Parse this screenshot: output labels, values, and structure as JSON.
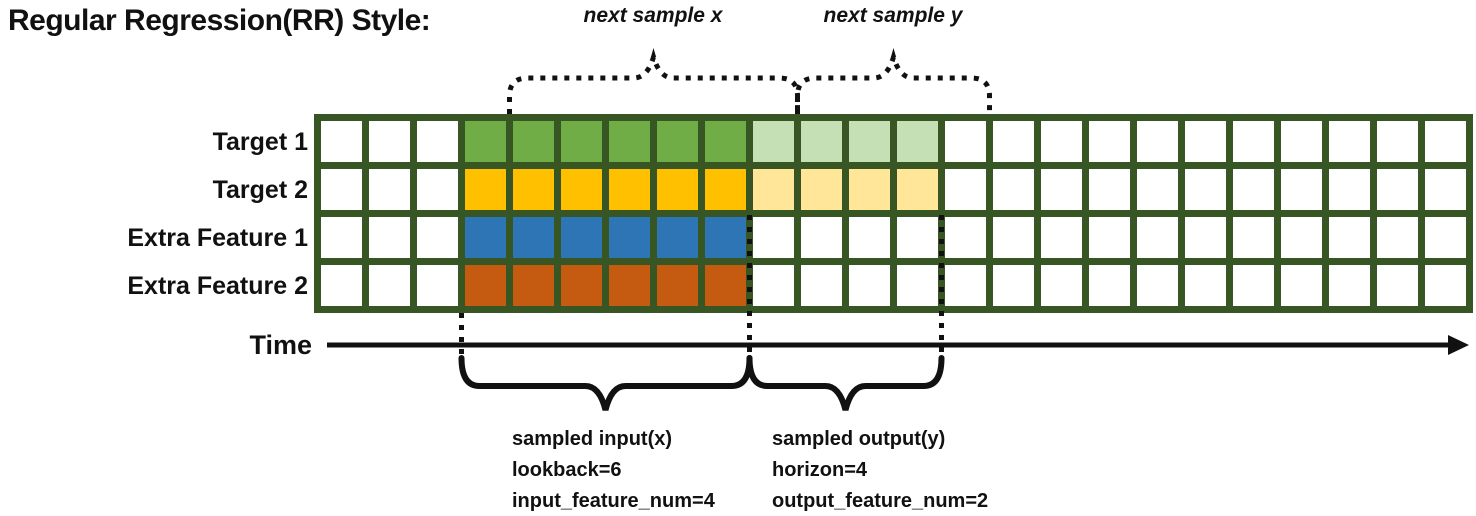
{
  "title": "Regular Regression(RR) Style:",
  "grid": {
    "columns": 24,
    "input_start_col": 4,
    "lookback": 6,
    "horizon": 4,
    "border_color": "#375623",
    "rows": [
      {
        "label": "Target 1",
        "input_color": "#70AD47",
        "output_color": "#C5E0B4"
      },
      {
        "label": "Target 2",
        "input_color": "#FFC000",
        "output_color": "#FFE699"
      },
      {
        "label": "Extra Feature 1",
        "input_color": "#2E75B6",
        "output_color": null
      },
      {
        "label": "Extra Feature 2",
        "input_color": "#C55A11",
        "output_color": null
      }
    ]
  },
  "labels": {
    "next_sample_x": "next sample x",
    "next_sample_y": "next sample y",
    "time": "Time"
  },
  "annotations": {
    "input_lines": [
      "sampled input(x)",
      "lookback=6",
      "input_feature_num=4"
    ],
    "output_lines": [
      "sampled output(y)",
      "horizon=4",
      "output_feature_num=2"
    ]
  },
  "colors": {
    "annotation_stroke": "#111111",
    "grid_border": "#375623",
    "input_green": "#70AD47",
    "output_green": "#C5E0B4",
    "input_yellow": "#FFC000",
    "output_yellow": "#FFE699",
    "input_blue": "#2E75B6",
    "input_orange": "#C55A11"
  }
}
